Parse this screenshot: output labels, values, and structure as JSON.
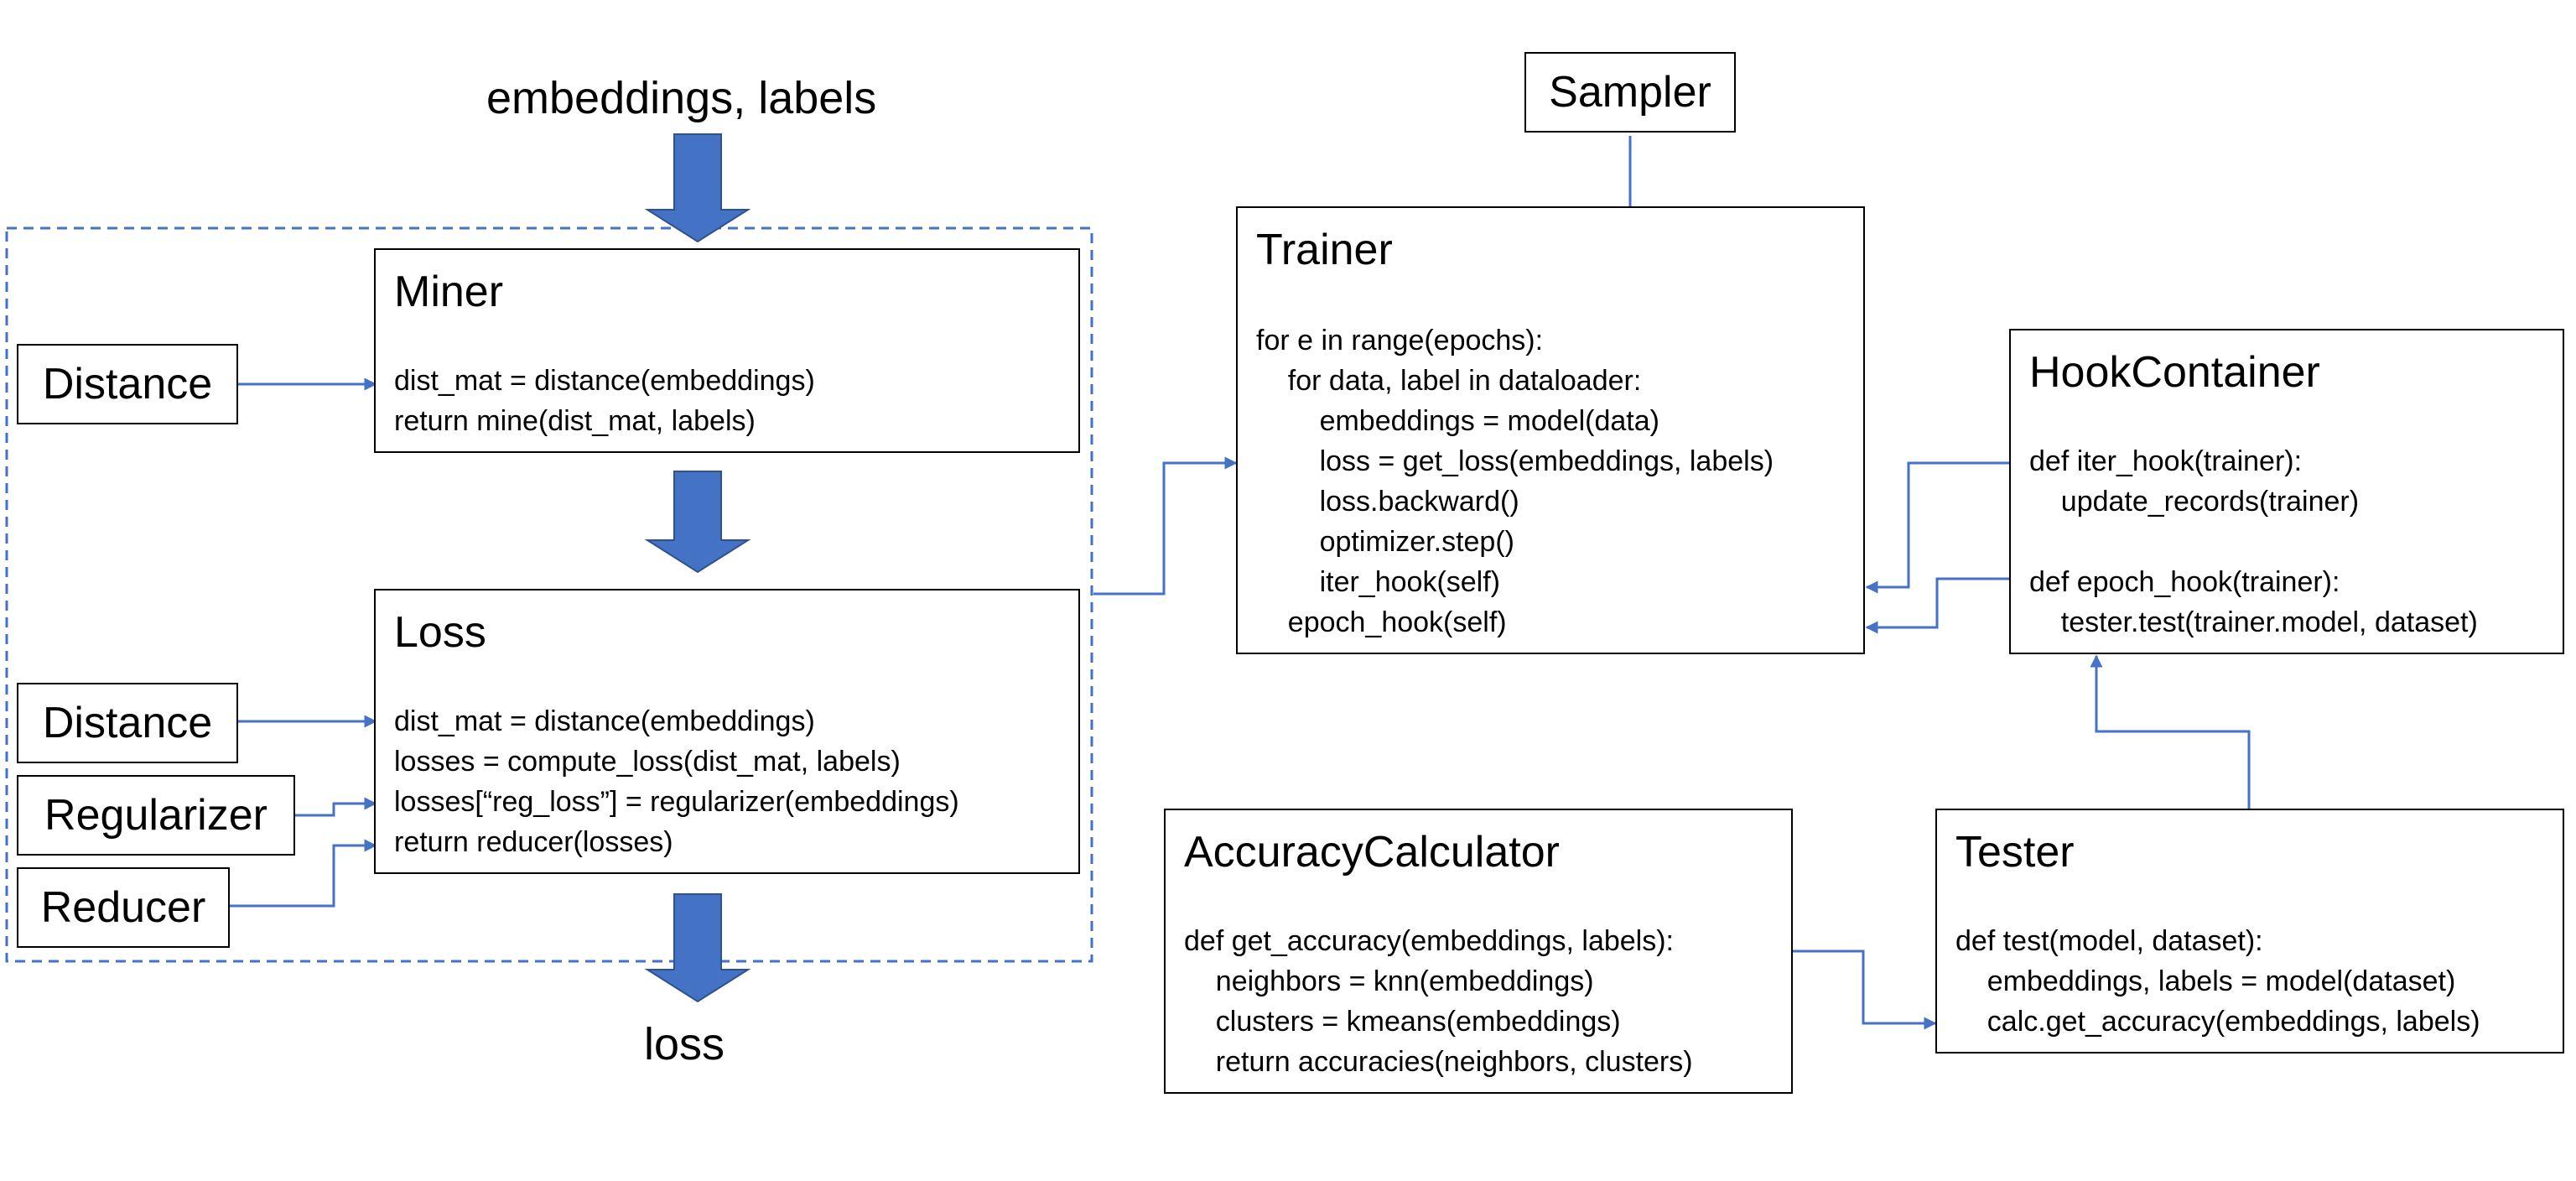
{
  "inputs_label": "embeddings, labels",
  "output_label": "loss",
  "miner": {
    "title": "Miner",
    "code": "dist_mat = distance(embeddings)\nreturn mine(dist_mat, labels)"
  },
  "loss": {
    "title": "Loss",
    "code": "dist_mat = distance(embeddings)\nlosses = compute_loss(dist_mat, labels)\nlosses[“reg_loss”] = regularizer(embeddings)\nreturn reducer(losses)"
  },
  "side_boxes": {
    "distance_miner": "Distance",
    "distance_loss": "Distance",
    "regularizer": "Regularizer",
    "reducer": "Reducer"
  },
  "sampler": {
    "title": "Sampler"
  },
  "trainer": {
    "title": "Trainer",
    "code": "for e in range(epochs):\n    for data, label in dataloader:\n        embeddings = model(data)\n        loss = get_loss(embeddings, labels)\n        loss.backward()\n        optimizer.step()\n        iter_hook(self)\n    epoch_hook(self)"
  },
  "hook_container": {
    "title": "HookContainer",
    "code": "def iter_hook(trainer):\n    update_records(trainer)\n\ndef epoch_hook(trainer):\n    tester.test(trainer.model, dataset)"
  },
  "accuracy_calculator": {
    "title": "AccuracyCalculator",
    "code": "def get_accuracy(embeddings, labels):\n    neighbors = knn(embeddings)\n    clusters = kmeans(embeddings)\n    return accuracies(neighbors, clusters)"
  },
  "tester": {
    "title": "Tester",
    "code": "def test(model, dataset):\n    embeddings, labels = model(dataset)\n    calc.get_accuracy(embeddings, labels)"
  },
  "colors": {
    "connector": "#4472C4",
    "block_arrow": "#4472C4",
    "block_arrow_edge": "#2F528F",
    "dashed_group": "#4472C4"
  }
}
